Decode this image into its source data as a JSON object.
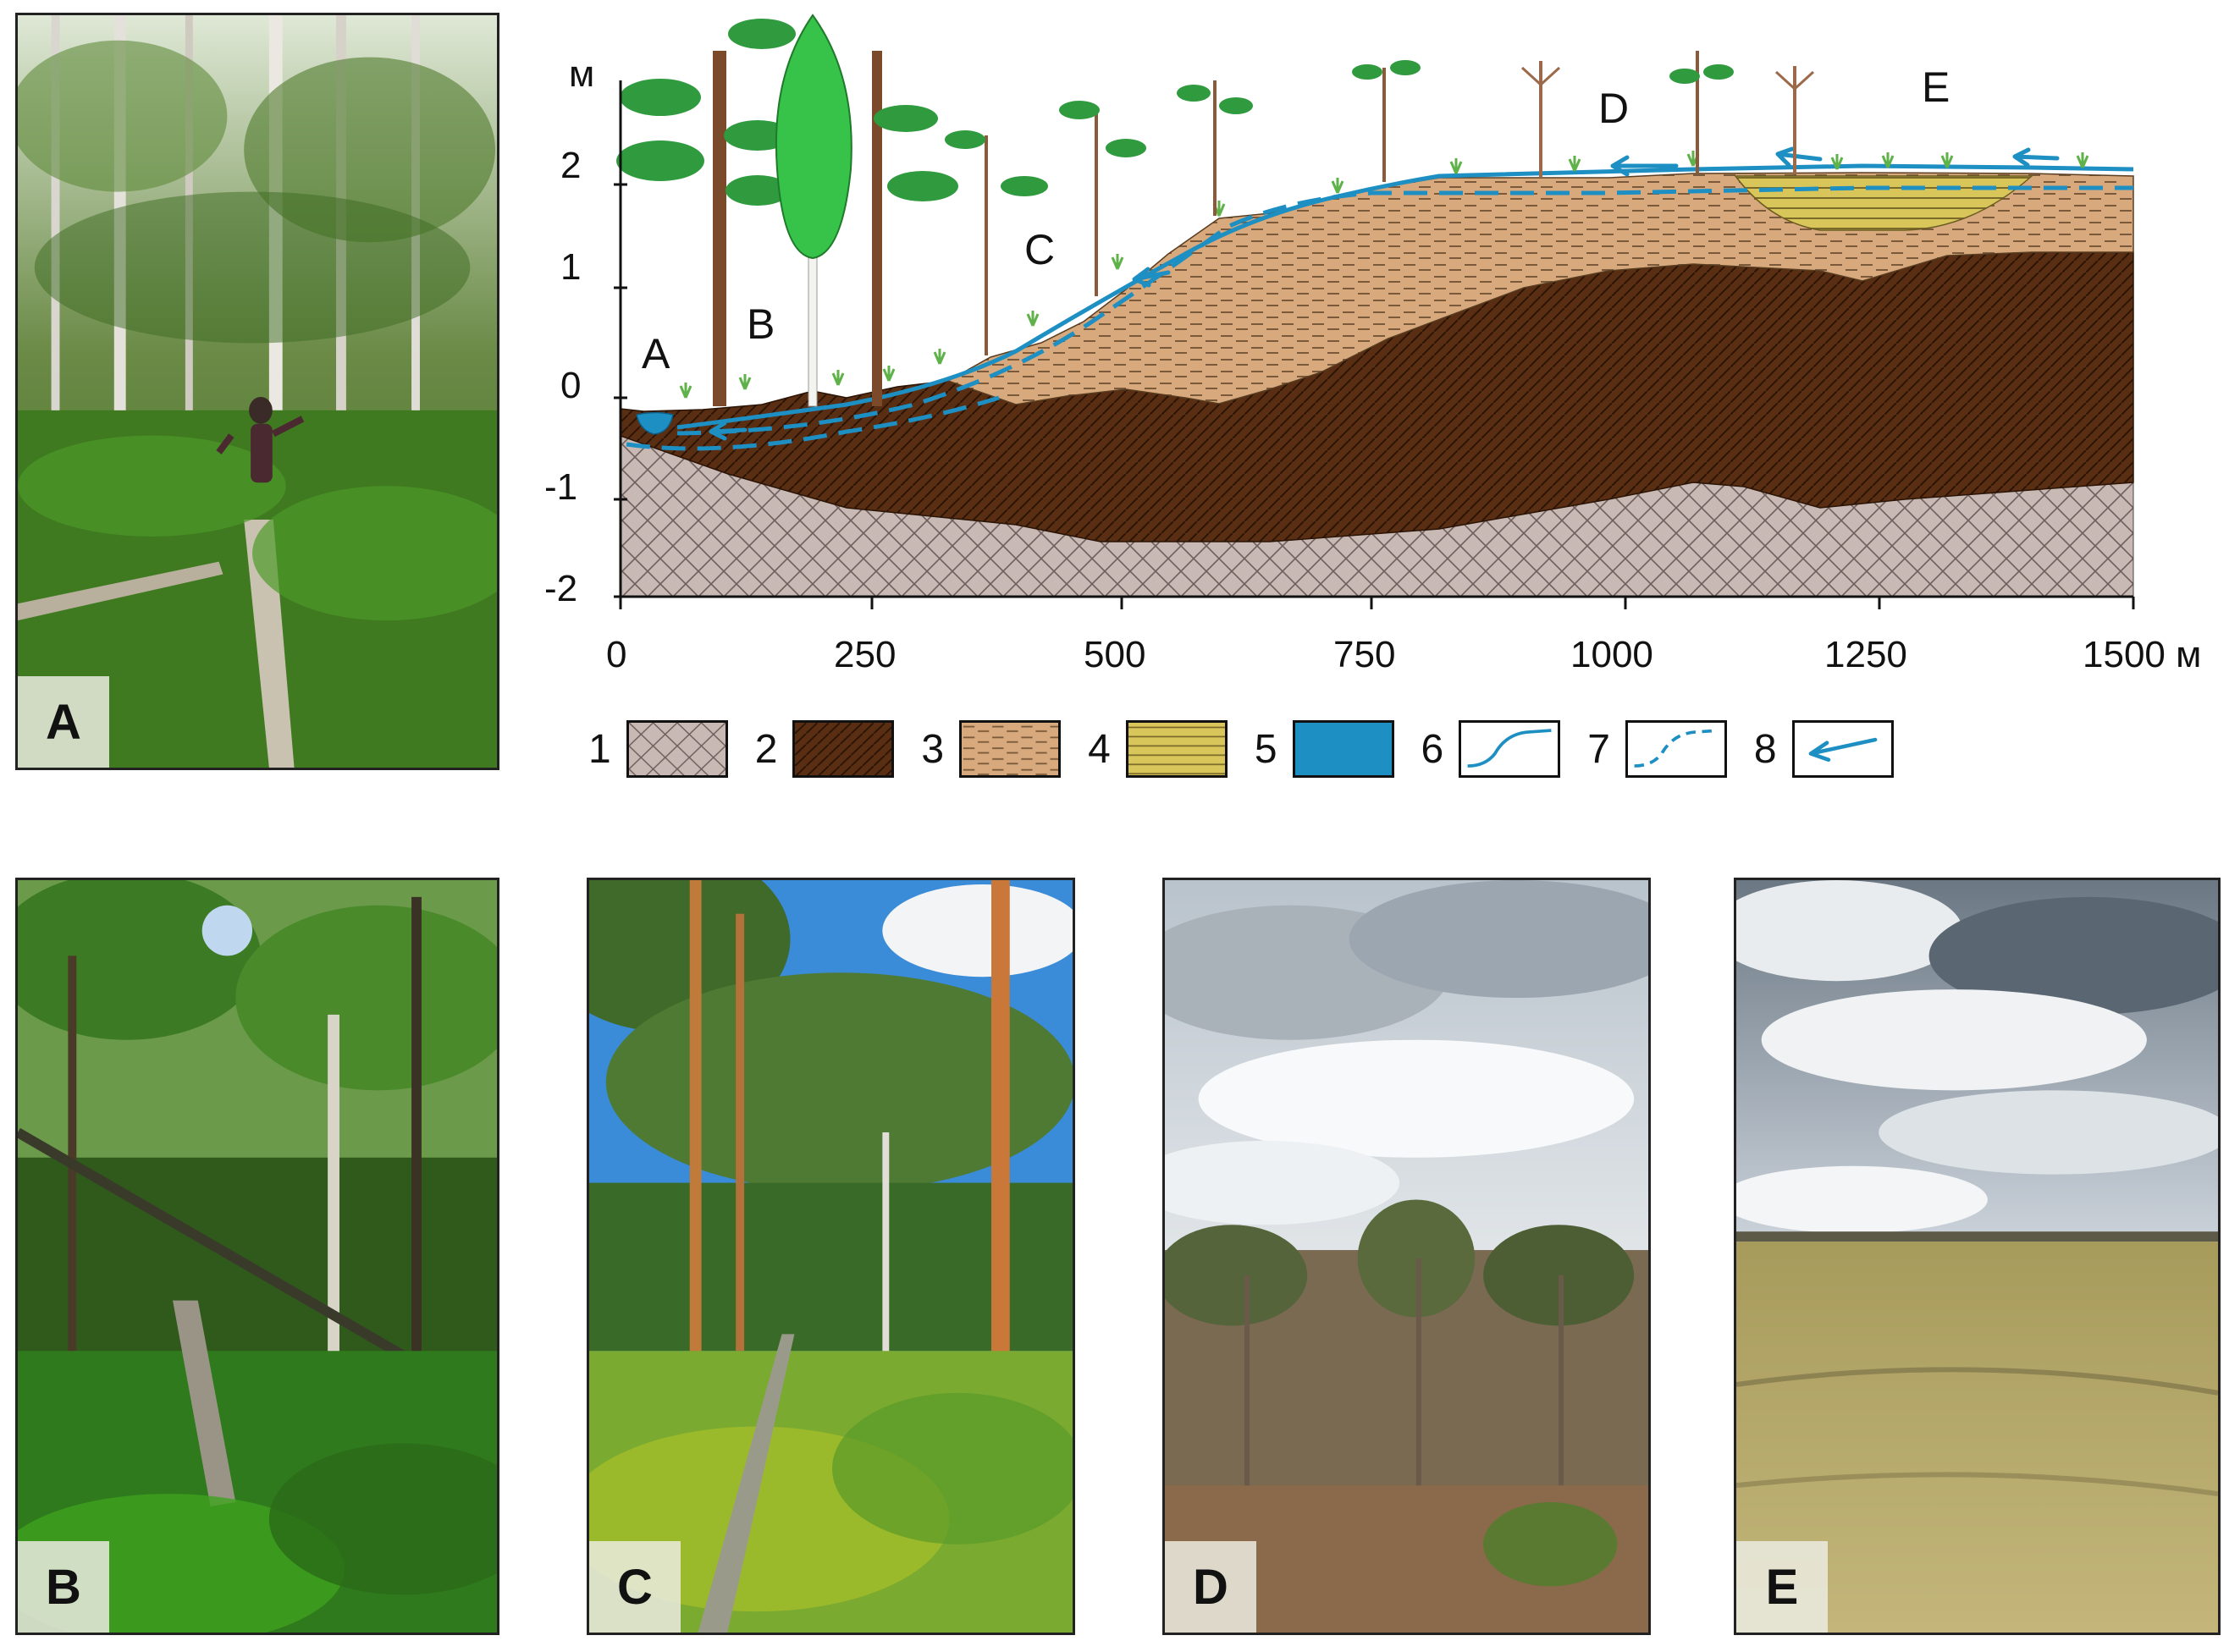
{
  "photos": [
    {
      "id": "A",
      "label": "A"
    },
    {
      "id": "B",
      "label": "B"
    },
    {
      "id": "C",
      "label": "C"
    },
    {
      "id": "D",
      "label": "D"
    },
    {
      "id": "E",
      "label": "E"
    }
  ],
  "diagram": {
    "y_unit": "м",
    "x_unit": "м",
    "y_ticks": [
      "2",
      "1",
      "0",
      "-1",
      "-2"
    ],
    "x_ticks": [
      "0",
      "250",
      "500",
      "750",
      "1000",
      "1250",
      "1500 м"
    ],
    "zone_labels": {
      "A": "A",
      "B": "B",
      "C": "C",
      "D": "D",
      "E": "E"
    },
    "colors": {
      "mineral_substrate": "#c9b9b5",
      "dark_peat": "#5a2e12",
      "light_peat": "#d7a97c",
      "yellow_lens": "#d9c65a",
      "water": "#1d8fc2"
    }
  },
  "legend": [
    "1",
    "2",
    "3",
    "4",
    "5",
    "6",
    "7",
    "8"
  ]
}
